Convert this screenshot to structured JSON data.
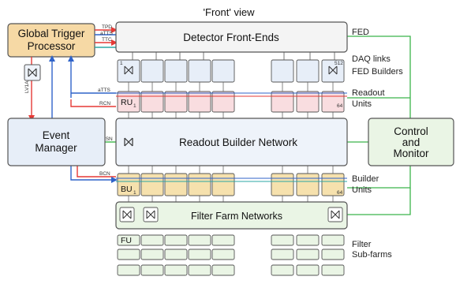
{
  "title": "'Front' view",
  "blocks": {
    "global_trigger": "Global Trigger Processor",
    "detector": "Detector Front-Ends",
    "event_manager": "Event Manager",
    "readout_network": "Readout Builder Network",
    "control": "Control and Monitor",
    "filter_networks": "Filter Farm Networks"
  },
  "side_labels": {
    "fed": "FED",
    "daq_links": "DAQ links",
    "fed_builders": "FED Builders",
    "readout": "Readout",
    "readout_units": "Units",
    "builder": "Builder",
    "builder_units": "Units",
    "filter": "Filter",
    "sub_farms": "Sub-farms"
  },
  "signals": {
    "tpd": "TPD",
    "atts_top": "aTTS",
    "ttc": "TTC",
    "atts_mid": "aTTS",
    "rcn": "RCN",
    "dsn": "DSN",
    "bcn": "BCN",
    "lv1a": "LV1A"
  },
  "unit_tags": {
    "ru_first": "RU",
    "ru_sub": "1",
    "ru_last": "64",
    "bu_first": "BU",
    "bu_sub": "1",
    "bu_last": "64",
    "fu_first": "FU",
    "fed_idx_first": "1",
    "fed_idx_last": "512"
  },
  "colors": {
    "trigger_fill": "#f6d9a5",
    "event_manager_fill": "#e7eef8",
    "network_fill": "#eef3fa",
    "fed_builder_fill": "#e7eef8",
    "ru_fill": "#f9dde0",
    "bu_fill": "#f6e1ad",
    "filter_fill": "#eaf5e5",
    "control_fill": "#eaf5e5",
    "green_line": "#3bb54a",
    "red_line": "#e53935",
    "blue_line": "#2f63c9",
    "teal_line": "#2ba7a4"
  }
}
